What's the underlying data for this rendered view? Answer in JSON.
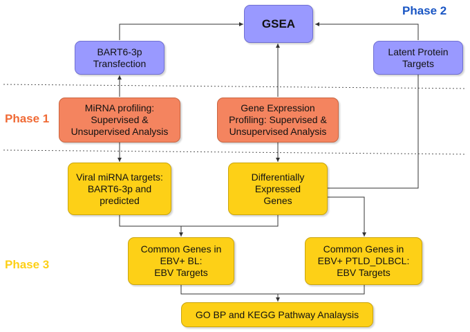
{
  "colors": {
    "purple_box": "#9999ff",
    "orange_box": "#f4845f",
    "yellow_box": "#fdd017",
    "phase1_text": "#f06a35",
    "phase2_text": "#1a56c4",
    "phase3_text": "#fdd017",
    "arrow": "#333333"
  },
  "phases": {
    "phase1": "Phase 1",
    "phase2": "Phase 2",
    "phase3": "Phase 3"
  },
  "nodes": {
    "gsea": "GSEA",
    "bart6_transfection": "BART6-3p\nTransfection",
    "latent_protein_targets": "Latent Protein\nTargets",
    "mirna_profiling": "MiRNA profiling:\nSupervised &\nUnsupervised Analysis",
    "gene_expression_profiling": "Gene Expression\nProfiling: Supervised &\nUnsupervised Analysis",
    "viral_mirna_targets": "Viral miRNA targets:\nBART6-3p and\npredicted",
    "differentially_expressed_genes": "Differentially\nExpressed\nGenes",
    "common_genes_bl": "Common Genes in\nEBV+ BL:\nEBV Targets",
    "common_genes_ptld": "Common Genes in\nEBV+ PTLD_DLBCL:\nEBV Targets",
    "pathway_analysis": "GO BP and KEGG Pathway Analaysis"
  }
}
